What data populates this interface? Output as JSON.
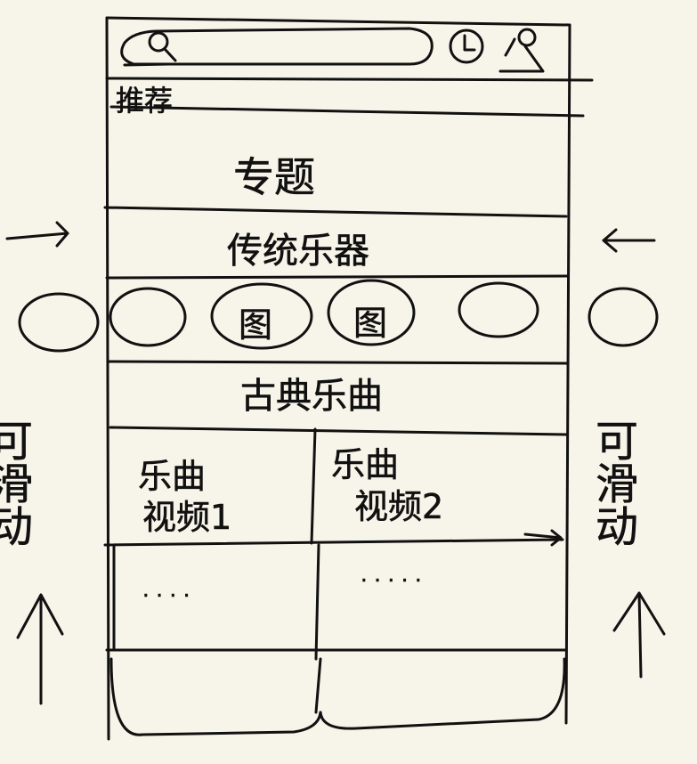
{
  "header": {
    "tab_label": "推荐",
    "search_icon": "search-icon",
    "clock_icon": "clock-icon",
    "profile_icon": "user-icon"
  },
  "sections": {
    "topic_label": "专题",
    "instruments_label": "传统乐器",
    "circle_icon_label": "图",
    "ancient_music_label": "古典乐曲"
  },
  "videos": [
    {
      "line1": "乐曲",
      "line2": "视频1"
    },
    {
      "line1": "乐曲",
      "line2": "视频2"
    }
  ],
  "placeholders": {
    "left": ". . . .",
    "right": "· · · · ·"
  },
  "side": {
    "scroll_note_left": "可滑动",
    "scroll_note_right": "可滑动"
  }
}
